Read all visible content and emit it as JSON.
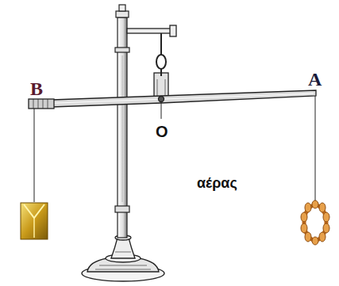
{
  "diagram": {
    "labels": [
      "B",
      "A",
      "O",
      "αέρας"
    ]
  }
}
